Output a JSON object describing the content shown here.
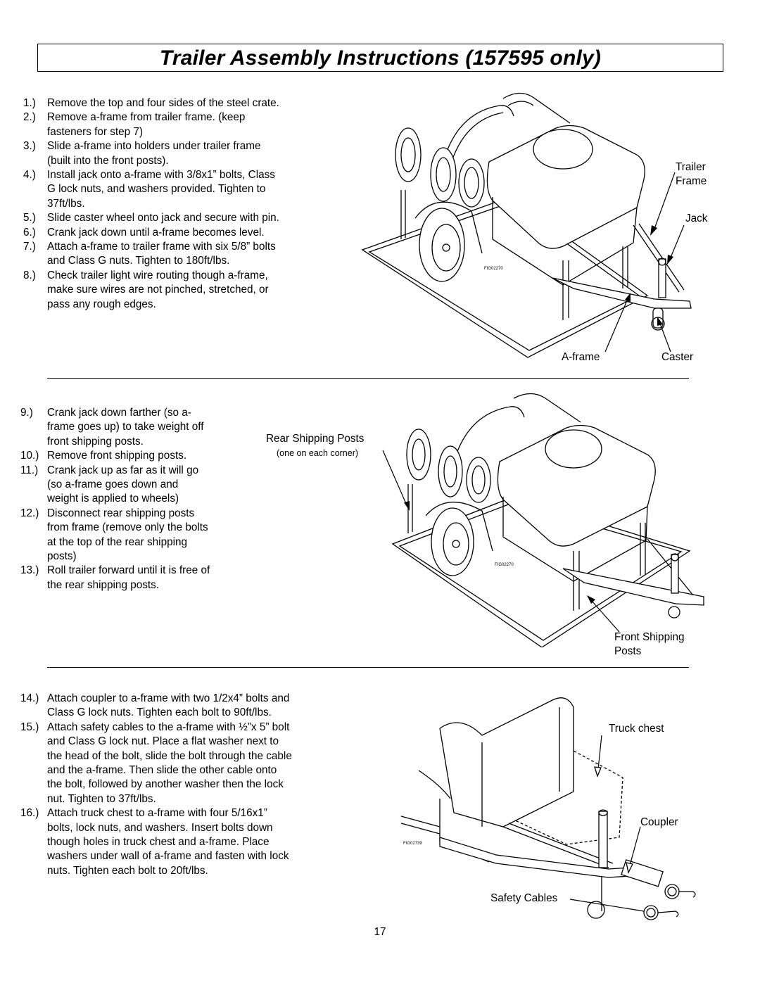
{
  "title": "Trailer Assembly Instructions (157595 only)",
  "section1": {
    "steps": [
      {
        "num": "1.)",
        "lines": [
          "Remove the top and four sides of the steel crate."
        ]
      },
      {
        "num": "2.)",
        "lines": [
          "Remove a-frame from trailer frame.  (keep",
          "fasteners for step 7)"
        ]
      },
      {
        "num": "3.)",
        "lines": [
          "Slide a-frame into holders under trailer frame",
          "(built into the front posts)."
        ]
      },
      {
        "num": "4.)",
        "lines": [
          "Install jack onto a-frame with 3/8x1” bolts, Class",
          "G lock nuts, and washers provided.  Tighten to",
          "37ft/lbs."
        ]
      },
      {
        "num": "5.)",
        "lines": [
          "Slide caster wheel onto jack and secure with pin."
        ]
      },
      {
        "num": "6.)",
        "lines": [
          "Crank jack down until a-frame becomes level."
        ]
      },
      {
        "num": "7.)",
        "lines": [
          "Attach a-frame to trailer frame with six 5/8” bolts",
          "and Class G nuts.  Tighten to 180ft/lbs."
        ]
      },
      {
        "num": "8.)",
        "lines": [
          "Check trailer light wire routing though a-frame,",
          "make sure wires are not pinched, stretched, or",
          "pass any rough edges."
        ]
      }
    ],
    "labels": {
      "trailer_frame_1": "Trailer",
      "trailer_frame_2": "Frame",
      "jack": "Jack",
      "aframe": "A-frame",
      "caster": "Caster",
      "fig_code": "FIG02270"
    }
  },
  "section2": {
    "steps": [
      {
        "num": "9.)",
        "lines": [
          "Crank jack down farther (so a-",
          "frame goes up) to take weight off",
          "front shipping posts."
        ]
      },
      {
        "num": "10.)",
        "lines": [
          "Remove front shipping posts."
        ]
      },
      {
        "num": "11.)",
        "lines": [
          "Crank jack up as far as it will go",
          "(so a-frame goes down and",
          "weight is applied to wheels)"
        ]
      },
      {
        "num": "12.)",
        "lines": [
          "Disconnect rear shipping posts",
          "from frame (remove only the bolts",
          "at the top of the rear shipping",
          "posts)"
        ]
      },
      {
        "num": "13.)",
        "lines": [
          "Roll trailer forward until it is free of",
          "the rear shipping posts."
        ]
      }
    ],
    "labels": {
      "rear_posts": "Rear Shipping Posts",
      "rear_posts_note": "(one on each corner)",
      "front_posts_1": "Front Shipping",
      "front_posts_2": "Posts",
      "fig_code": "FIG02270"
    }
  },
  "section3": {
    "steps": [
      {
        "num": "14.)",
        "lines": [
          "Attach coupler to a-frame with two 1/2x4” bolts and",
          "Class G lock nuts.  Tighten each bolt to 90ft/lbs."
        ]
      },
      {
        "num": "15.)",
        "lines": [
          "Attach safety cables to the a-frame with ½”x 5” bolt",
          "and Class G lock nut.  Place a flat washer next to",
          "the head of the bolt, slide the bolt through the cable",
          "and the a-frame. Then slide the other cable onto",
          "the bolt, followed by another washer then the lock",
          "nut.  Tighten to 37ft/lbs."
        ]
      },
      {
        "num": "16.)",
        "lines": [
          "Attach truck chest to a-frame with four 5/16x1”",
          "bolts, lock nuts, and washers.  Insert bolts down",
          "though holes in truck chest and a-frame.  Place",
          "washers under wall of a-frame and fasten with lock",
          "nuts.  Tighten each bolt to 20ft/lbs."
        ]
      }
    ],
    "labels": {
      "truck_chest": "Truck chest",
      "coupler": "Coupler",
      "safety_cables": "Safety Cables",
      "fig_code": "FIG02739"
    }
  },
  "page_number": "17"
}
